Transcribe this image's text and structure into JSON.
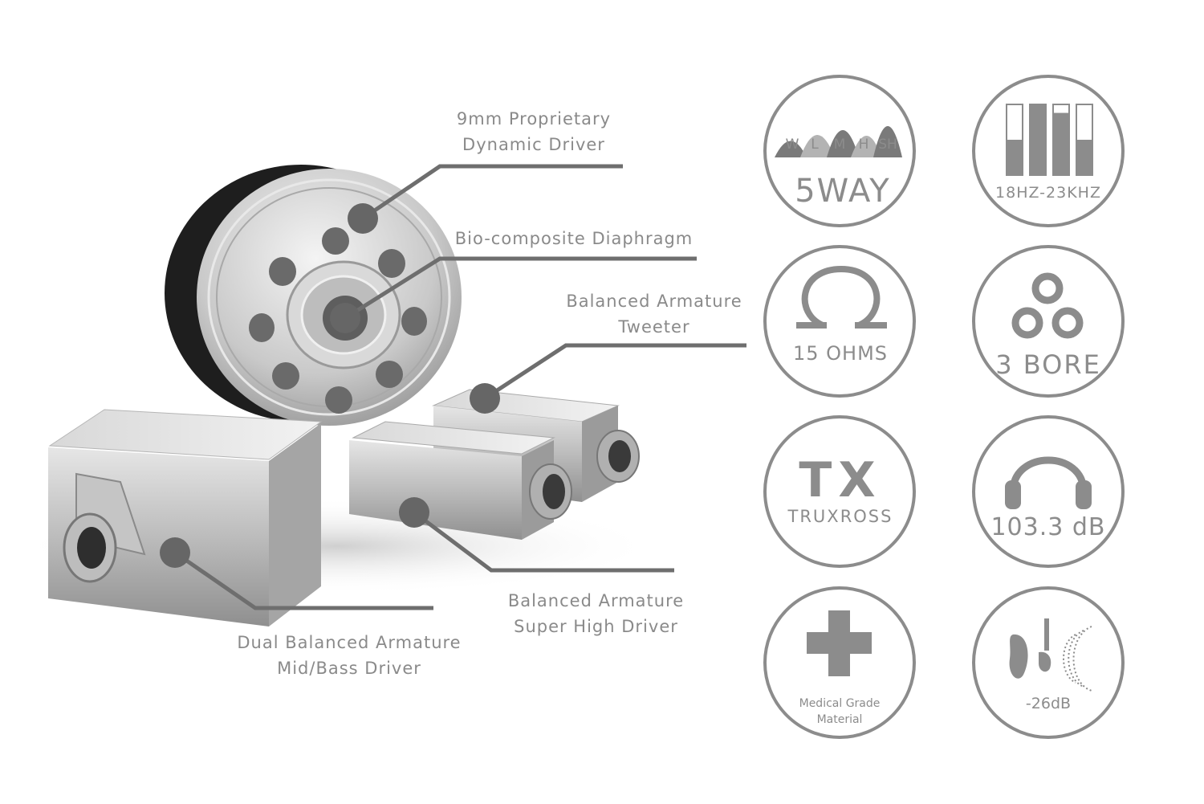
{
  "callouts": {
    "dynamic_driver": {
      "line1": "9mm Proprietary",
      "line2": "Dynamic Driver"
    },
    "diaphragm": {
      "line1": "Bio-composite Diaphragm"
    },
    "tweeter": {
      "line1": "Balanced Armature",
      "line2": "Tweeter"
    },
    "super_high": {
      "line1": "Balanced Armature",
      "line2": "Super High Driver"
    },
    "mid_bass": {
      "line1": "Dual Balanced Armature",
      "line2": "Mid/Bass Driver"
    }
  },
  "badges": {
    "five_way": {
      "bands": [
        "W",
        "L",
        "M",
        "H",
        "SH"
      ],
      "caption": "5WAY",
      "icon": "frequency-bands-icon"
    },
    "frequency": {
      "caption": "18HZ-23KHZ",
      "icon": "frequency-bars-icon",
      "bar_levels": [
        0.5,
        1.0,
        0.88,
        0.5
      ]
    },
    "impedance": {
      "caption": "15 OHMS",
      "icon": "omega-icon"
    },
    "bore": {
      "caption": "3 BORE",
      "icon": "three-bore-icon"
    },
    "truxross": {
      "logo_letters": "TX",
      "caption": "TRUXROSS",
      "icon": "tx-logo-icon"
    },
    "sensitivity": {
      "caption": "103.3 dB",
      "icon": "headphones-icon"
    },
    "material": {
      "caption_line1": "Medical Grade",
      "caption_line2": "Material",
      "icon": "medical-cross-icon"
    },
    "isolation": {
      "caption": "-26dB",
      "icon": "noise-isolation-icon"
    }
  },
  "colors": {
    "badge_gray": "#8c8c8c",
    "line_gray": "#6e6e6e",
    "text_gray": "#8a8a8a"
  }
}
